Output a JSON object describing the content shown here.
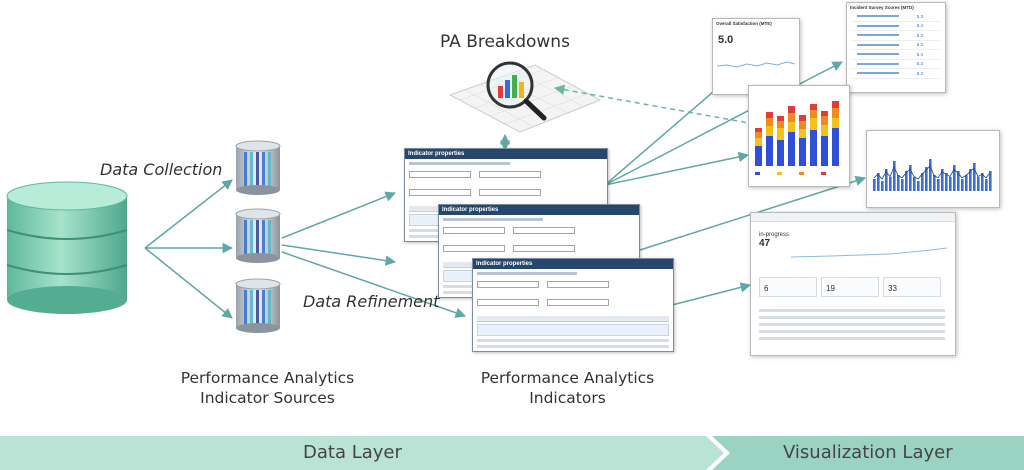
{
  "labels": {
    "data_collection": "Data Collection",
    "data_refinement": "Data Refinement",
    "pa_breakdowns": "PA Breakdowns",
    "sources_line1": "Performance Analytics",
    "sources_line2": "Indicator Sources",
    "indicators_line1": "Performance Analytics",
    "indicators_line2": "Indicators"
  },
  "bands": {
    "data_layer": "Data Layer",
    "visualization_layer": "Visualization Layer"
  },
  "indicator_window": {
    "title": "Indicator properties"
  },
  "dashboard_widgets": {
    "overall_satisfaction_title": "Overall Satisfaction (MTE)",
    "overall_satisfaction_value": "5.0",
    "incident_survey_title": "Incident Survey Scores (MTD)",
    "incident_scores": [
      "5.3",
      "5.4",
      "5.3",
      "5.3",
      "5.4",
      "5.3",
      "5.3"
    ],
    "in_progress_label": "in-progress",
    "in_progress_value": "47",
    "kpi_values": [
      "6",
      "19",
      "33"
    ]
  },
  "colors": {
    "arrow": "#5fa8a5",
    "cylinder": "#7fd0b4",
    "band_light": "#b9e3d5",
    "band_dark": "#9bd3c3",
    "window_title": "#27466b"
  }
}
